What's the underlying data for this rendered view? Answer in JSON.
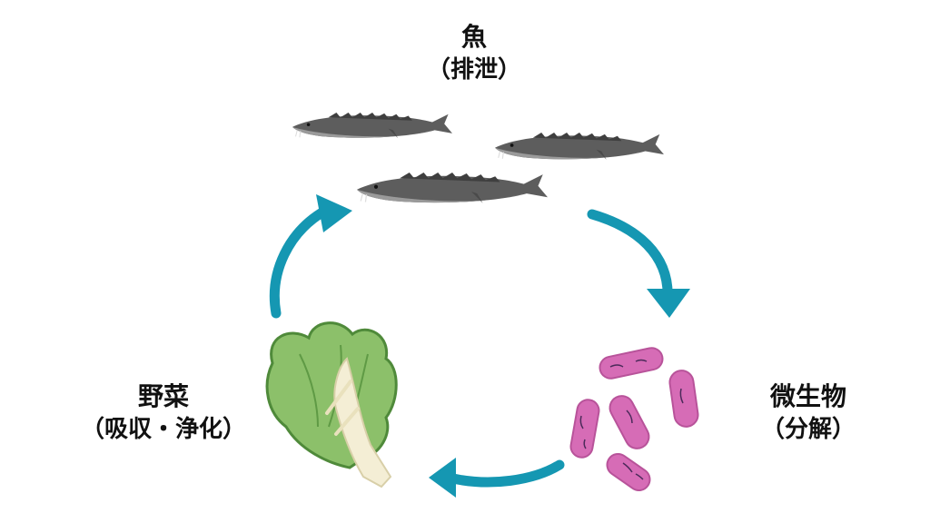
{
  "fish": {
    "title": "魚",
    "subtitle": "（排泄）"
  },
  "vegetable": {
    "title": "野菜",
    "subtitle": "（吸収・浄化）"
  },
  "microbe": {
    "title": "微生物",
    "subtitle": "（分解）"
  },
  "colors": {
    "arrow": "#1597b2",
    "fish_body": "#5a5a5a",
    "lettuce": "#8cc06a",
    "bacteria": "#d66cb6"
  }
}
